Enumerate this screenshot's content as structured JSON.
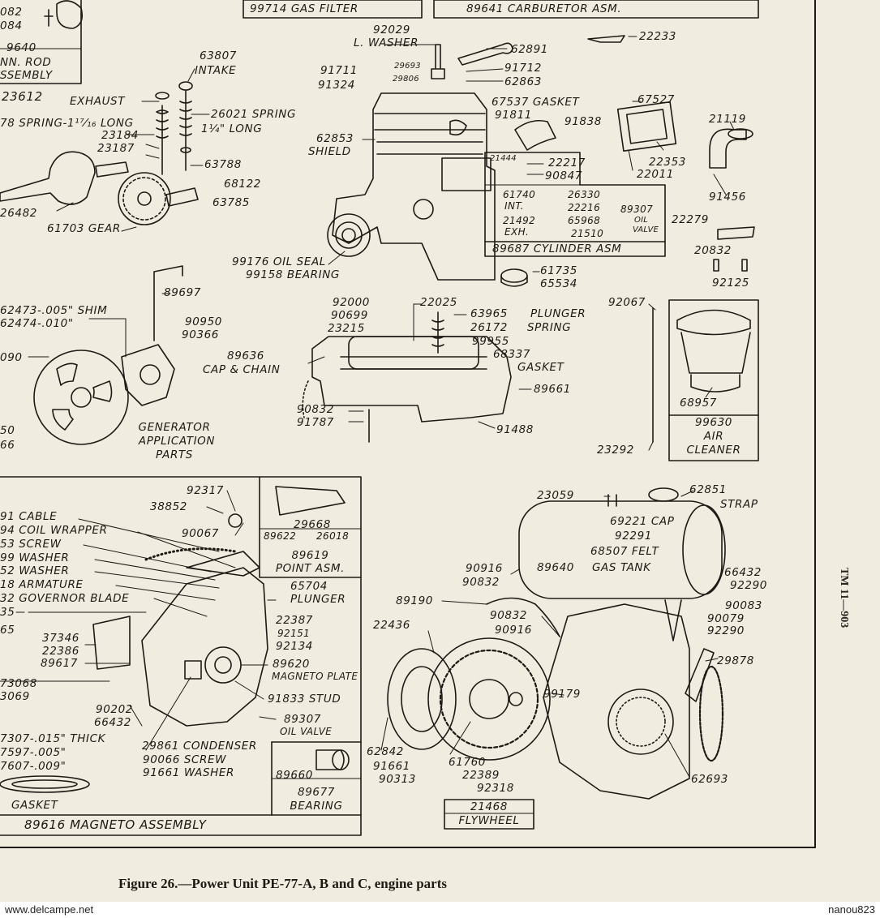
{
  "caption": "Figure 26.—Power Unit PE-77-A, B and C, engine parts",
  "side_code": "TM 11—903",
  "footer": {
    "left": "www.delcampe.net",
    "right": "nanou823"
  },
  "labels": {
    "gas_filter": "99714 GAS FILTER",
    "carb_asm": "89641 CARBURETOR ASM.",
    "p082": "082",
    "p084": "084",
    "p9640": "9640",
    "conn_rod": "NN. ROD",
    "assembly_tl": "SSEMBLY",
    "p23612": "23612",
    "exhaust": "EXHAUST",
    "spring_78": "78 SPRING-1¹⁷⁄₁₆ LONG",
    "p23184": "23184",
    "p23187": "23187",
    "p26482": "26482",
    "gear_61703": "61703 GEAR",
    "p63807": "63807",
    "intake": "INTAKE",
    "spring_26021": "26021 SPRING",
    "long_1_14": "1¼\" LONG",
    "p63788": "63788",
    "p68122": "68122",
    "p63785": "63785",
    "p92029": "92029",
    "l_washer": "L. WASHER",
    "p62891": "62891",
    "p29693": "29693",
    "p29806": "29806",
    "p91711": "91711",
    "p91324": "91324",
    "p91712": "91712",
    "p62863": "62863",
    "p67537": "67537 GASKET",
    "p91811": "91811",
    "p91838": "91838",
    "p62853": "62853",
    "shield": "SHIELD",
    "p22233": "22233",
    "p67527": "67527",
    "p22353": "22353",
    "p22011": "22011",
    "p21119": "21119",
    "p91456": "91456",
    "p21444": "21444",
    "p22217": "22217",
    "p90847": "90847",
    "p61740": "61740",
    "int": "INT.",
    "p26330": "26330",
    "p22216": "22216",
    "p65968": "65968",
    "p21510": "21510",
    "p21492": "21492",
    "exh": "EXH.",
    "p89307a": "89307",
    "oil": "OIL",
    "valve": "VALVE",
    "cyl_asm": "89687 CYLINDER ASM",
    "p22279": "22279",
    "p20832": "20832",
    "p92125": "92125",
    "oil_seal": "99176 OIL SEAL",
    "bearing_99158": "99158 BEARING",
    "p61735": "61735",
    "p65534": "65534",
    "p89697": "89697",
    "shim_005": "62473-.005\" SHIM",
    "shim_010": "62474-.010\"",
    "p90950": "90950",
    "p90366": "90366",
    "p090": "090",
    "p50": "50",
    "p66": "66",
    "gen_app": "GENERATOR",
    "gen_app2": "APPLICATION",
    "gen_app3": "PARTS",
    "p92000": "92000",
    "p90699": "90699",
    "p23215": "23215",
    "p22025": "22025",
    "p63965": "63965",
    "plunger": "PLUNGER",
    "p26172": "26172",
    "spring": "SPRING",
    "p99955": "99955",
    "p68337": "68337",
    "gasket": "GASKET",
    "p89636": "89636",
    "cap_chain": "CAP & CHAIN",
    "p89661": "89661",
    "p90832a": "90832",
    "p91787": "91787",
    "p91488": "91488",
    "p92067": "92067",
    "p68957": "68957",
    "p99630": "99630",
    "air": "AIR",
    "cleaner": "CLEANER",
    "p23292": "23292",
    "m_cable": "91 CABLE",
    "m_coil": "94 COIL WRAPPER",
    "m_screw": "53 SCREW",
    "m_washer1": "99 WASHER",
    "m_washer2": "52 WASHER",
    "m_armature": "18 ARMATURE",
    "m_governor": "32 GOVERNOR BLADE",
    "m_35": "35",
    "m_65": "65",
    "p37346": "37346",
    "p22386": "22386",
    "p89617": "89617",
    "p73068": "73068",
    "p3069": "3069",
    "p92317": "92317",
    "p38852": "38852",
    "p90067": "90067",
    "p29668": "29668",
    "p89622": "89622",
    "p26018": "26018",
    "point_asm_num": "89619",
    "point_asm": "POINT ASM.",
    "p65704": "65704",
    "plunger2": "PLUNGER",
    "p22387": "22387",
    "p92151": "92151",
    "p92134": "92134",
    "p89620": "89620",
    "mag_plate": "MAGNETO PLATE",
    "stud": "91833 STUD",
    "p90202": "90202",
    "p66432a": "66432",
    "p89307b": "89307",
    "oil_valve": "OIL VALVE",
    "thick": "7307-.015\" THICK",
    "t597": "7597-.005\"",
    "t607": "7607-.009\"",
    "condenser": "29861 CONDENSER",
    "screw_90066": "90066 SCREW",
    "washer_91661": "91661 WASHER",
    "p89660": "89660",
    "p89677": "89677",
    "bearing": "BEARING",
    "gasket_b": "GASKET",
    "mag_asm": "89616 MAGNETO ASSEMBLY",
    "p23059": "23059",
    "p62851": "62851",
    "strap": "STRAP",
    "cap_69221": "69221 CAP",
    "p92291": "92291",
    "felt": "68507 FELT",
    "gas_tank": "GAS TANK",
    "p89640": "89640",
    "p90916a": "90916",
    "p90832b": "90832",
    "p66432b": "66432",
    "p92290a": "92290",
    "p90083": "90083",
    "p89190": "89190",
    "p90832c": "90832",
    "p90916b": "90916",
    "p90079": "90079",
    "p92290b": "92290",
    "p22436": "22436",
    "p99179": "99179",
    "p29878": "29878",
    "p62842": "62842",
    "p91661": "91661",
    "p90313": "90313",
    "p61760": "61760",
    "p22389": "22389",
    "p92318": "92318",
    "p21468": "21468",
    "flywheel": "FLYWHEEL",
    "p62693": "62693"
  }
}
